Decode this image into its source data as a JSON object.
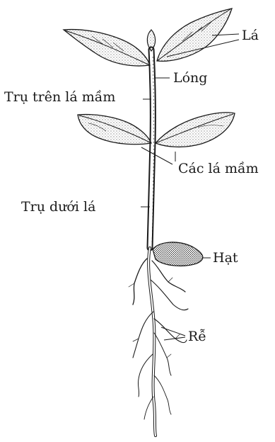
{
  "labels": {
    "leaf": "Lá",
    "internode": "Lóng",
    "epicotyl": "Trụ trên lá mầm",
    "cotyledons": "Các lá mầm",
    "hypocotyl": "Trụ dưới lá",
    "seed": "Hạt",
    "roots": "Rễ"
  },
  "colors": {
    "ink": "#1a1a1a",
    "seed_fill": "#3a3a3a",
    "paper": "#ffffff"
  }
}
